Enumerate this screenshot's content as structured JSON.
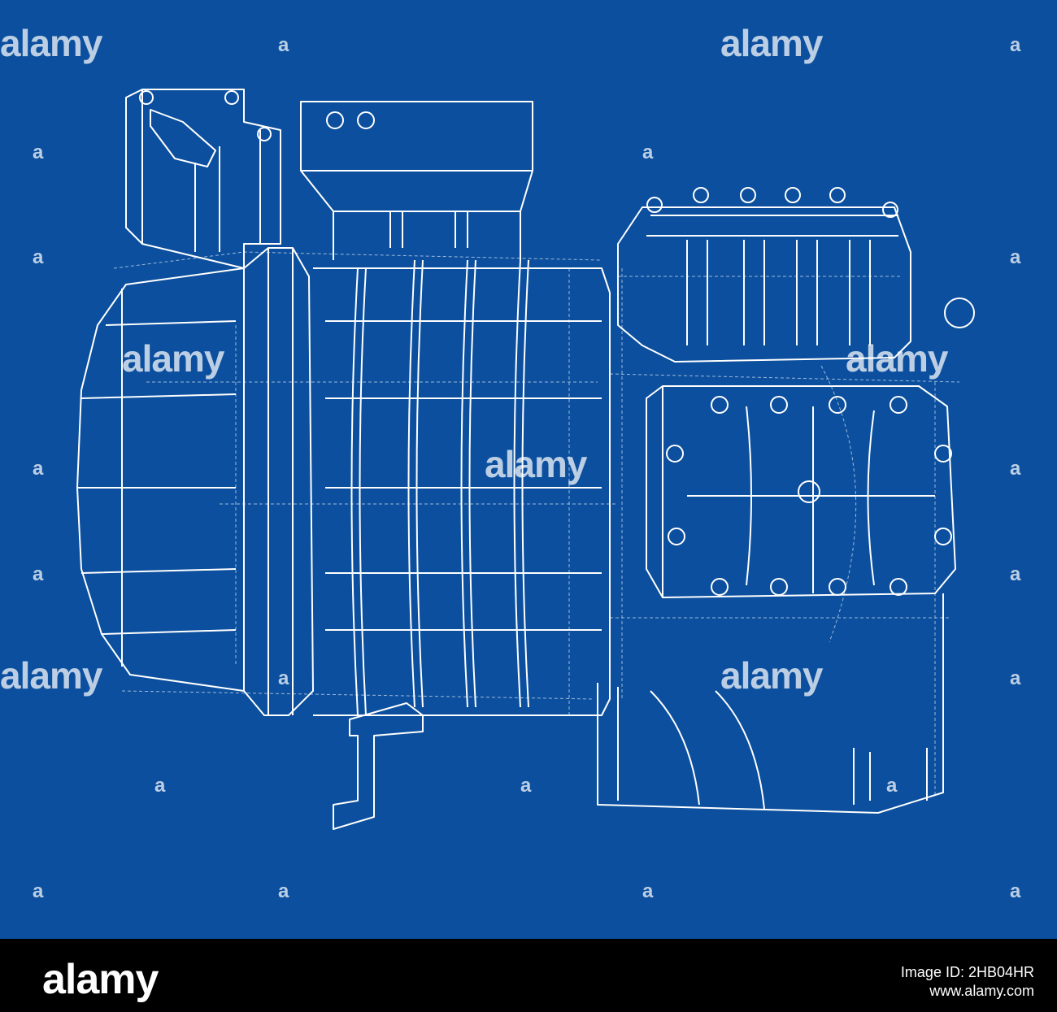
{
  "watermark": {
    "text": "alamy",
    "mark": "a"
  },
  "footer": {
    "logo": "alamy",
    "image_id": "Image ID: 2HB04HR",
    "site": "www.alamy.com"
  },
  "colors": {
    "background": "#0b4f9e",
    "lines": "#ffffff",
    "footer": "#000000"
  }
}
